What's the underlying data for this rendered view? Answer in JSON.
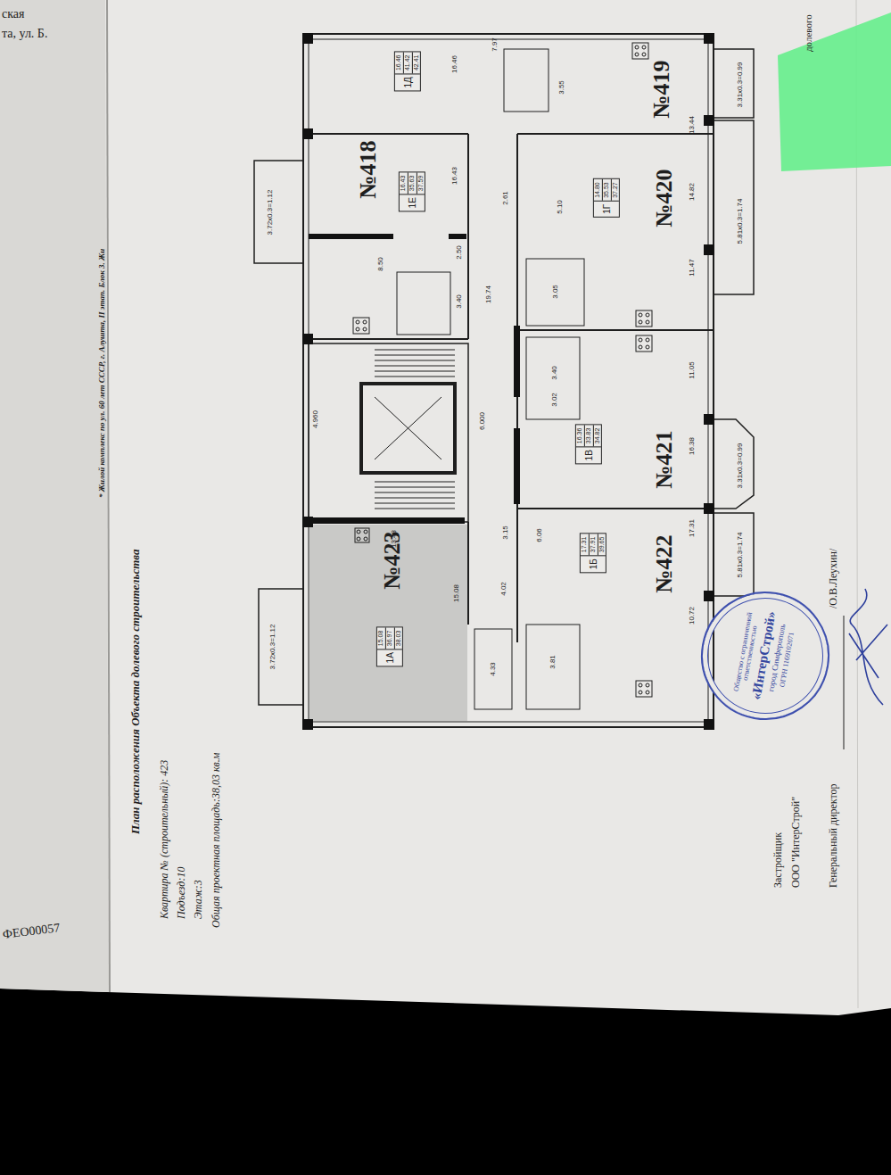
{
  "diagram": {
    "title": "План расположения Объекта долевого строительства",
    "nodes": [
      {
        "text": [
          "1Д",
          "16.46",
          "41.42",
          "42.41"
        ]
      },
      {
        "text": [
          "1Е",
          "16.43",
          "35.63",
          "37.59"
        ]
      },
      {
        "text": [
          "1Г",
          "14.80",
          "35.53",
          "37.27"
        ]
      },
      {
        "text": [
          "1В",
          "16.36",
          "33.83",
          "34.82"
        ]
      },
      {
        "text": [
          "1Б",
          "17.31",
          "37.91",
          "39.65"
        ]
      },
      {
        "text": [
          "1А",
          "15.08",
          "36.97",
          "38.03"
        ]
      },
      {
        "text": [
          "Общество с ограниченной ответственностью",
          "«ИнтерСтрой»",
          "город Симферополь",
          "ОГРН 1169102071"
        ]
      }
    ],
    "labels": [
      "ская",
      "та, ул. Б.",
      "ФЕО00057",
      "* Жилой комплекс по ул. 60 лет СССР, г. Алушта, II этап. Блок 3. Жи",
      "Квартира № (строительный): 423",
      "Подъезд:10",
      "Этаж:3",
      "Общая проектная площадь:38,03 кв.м",
      "Застройщик",
      "ООО \"ИнтерСтрой\"",
      "Генеральный директор",
      "/О.В.Леухин/",
      "долевого",
      "№418",
      "№419",
      "№420",
      "№421",
      "№422",
      "№423",
      "16.46",
      "7.97",
      "3.55",
      "13.44",
      "3.31x0.3=0.99",
      "16.43",
      "2.61",
      "5.10",
      "14.82",
      "5.81x0.3=1.74",
      "3.72x0.3=1.12",
      "8.50",
      "2.50",
      "3.40",
      "19.74",
      "3.05",
      "11.47",
      "4.960",
      "6.000",
      "3.40",
      "3.02",
      "11.05",
      "16.38",
      "3.31x0.3=0.99",
      "13.48",
      "3.15",
      "6.06",
      "17.31",
      "5.81x0.3=1.74",
      "15.08",
      "4.02",
      "4.33",
      "3.81",
      "10.72",
      "3.72x0.3=1.12"
    ]
  }
}
